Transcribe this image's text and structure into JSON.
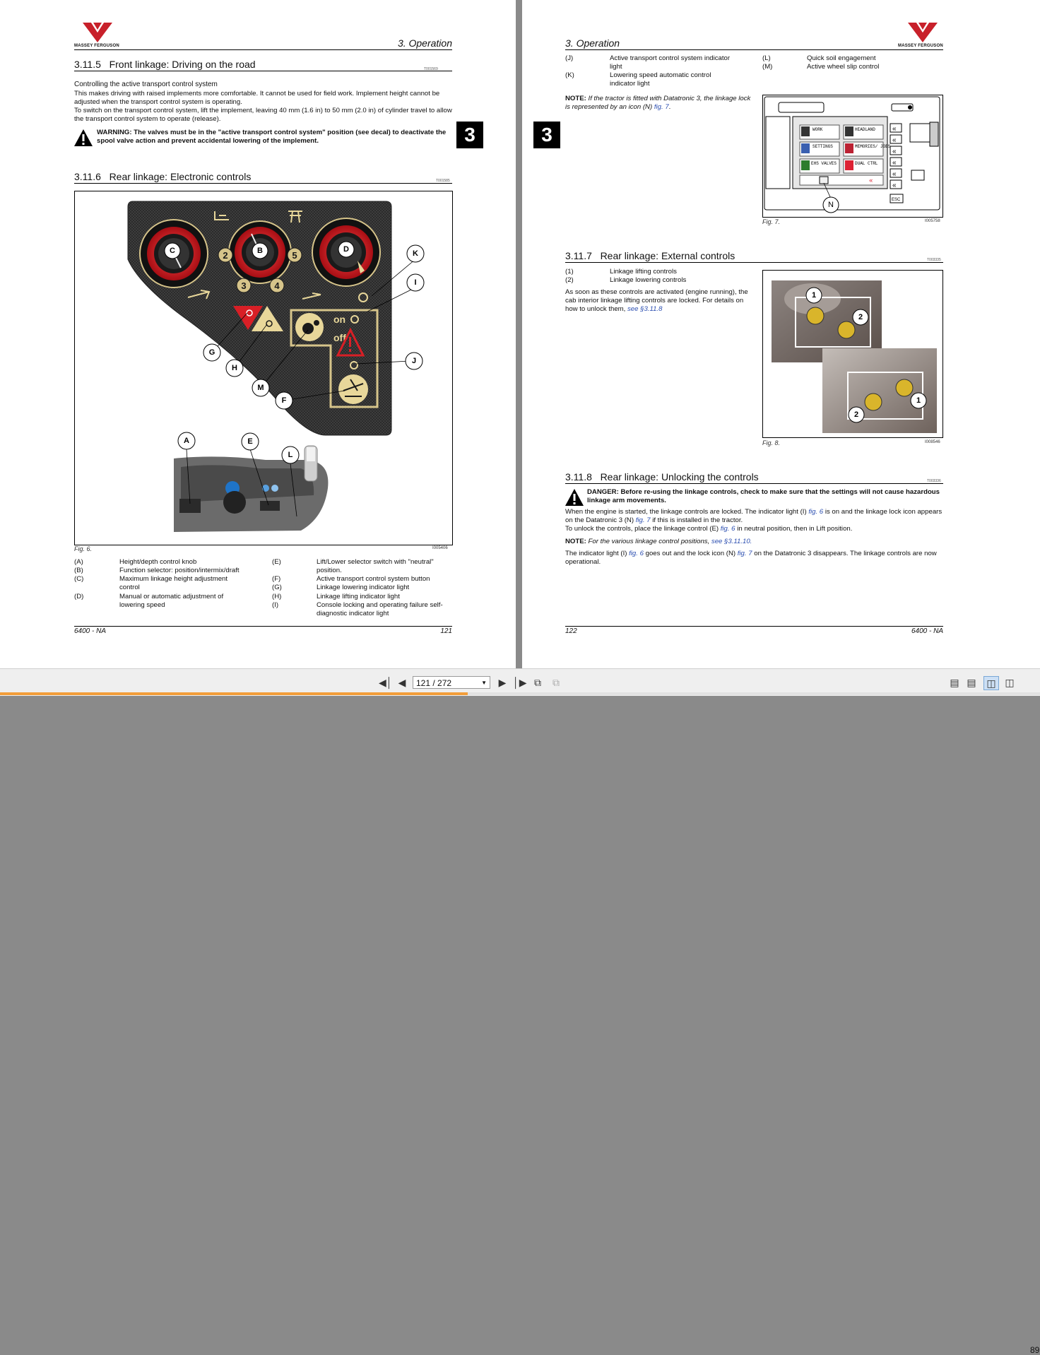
{
  "brand": {
    "name": "MASSEY FERGUSON",
    "color": "#c8202a"
  },
  "left_page": {
    "header": "3. Operation",
    "chapter_tab": "3",
    "s1": {
      "number": "3.11.5",
      "title": "Front linkage: Driving on the road",
      "ref": "T001569"
    },
    "subheading": "Controlling the active transport control system",
    "para1": "This makes driving with raised implements more comfortable. It cannot be used for field work. Implement height cannot be adjusted when the transport control system is operating.",
    "para2": "To switch on the transport control system, lift the implement, leaving 40 mm (1.6 in) to 50 mm (2.0 in) of cylinder travel to allow the transport control system to operate (release).",
    "warning_label": "WARNING:",
    "warning_text": "The valves must be in the \"active transport control system\" position (see decal) to deactivate the spool valve action and prevent accidental lowering of the implement.",
    "s2": {
      "number": "3.11.6",
      "title": "Rear linkage: Electronic controls",
      "ref": "T001585"
    },
    "fig_caption": "Fig. 6.",
    "fig_id": "I005406",
    "panel_labels": {
      "on": "on",
      "off": "off"
    },
    "callouts": [
      "C",
      "B",
      "D",
      "K",
      "I",
      "G",
      "H",
      "J",
      "M",
      "F",
      "A",
      "E",
      "L"
    ],
    "selector_numbers": [
      "2",
      "3",
      "4",
      "5"
    ],
    "legend_col1": [
      {
        "key": "(A)",
        "text": "Height/depth control knob"
      },
      {
        "key": "(B)",
        "text": "Function selector: position/intermix/draft"
      },
      {
        "key": "(C)",
        "text": "Maximum linkage height adjustment control"
      },
      {
        "key": "(D)",
        "text": "Manual or automatic adjustment of lowering speed"
      }
    ],
    "legend_col2": [
      {
        "key": "(E)",
        "text": "Lift/Lower selector switch with \"neutral\" position."
      },
      {
        "key": "(F)",
        "text": "Active transport control system button"
      },
      {
        "key": "(G)",
        "text": "Linkage lowering indicator light"
      },
      {
        "key": "(H)",
        "text": "Linkage lifting indicator light"
      },
      {
        "key": "(I)",
        "text": "Console locking and operating failure self-diagnostic indicator light"
      }
    ],
    "footer_left": "6400 - NA",
    "footer_right": "121"
  },
  "right_page": {
    "header": "3. Operation",
    "chapter_tab": "3",
    "legend_top_col1": [
      {
        "key": "(J)",
        "text": "Active transport control system indicator light"
      },
      {
        "key": "(K)",
        "text": "Lowering speed automatic control indicator light"
      }
    ],
    "legend_top_col2": [
      {
        "key": "(L)",
        "text": "Quick soil engagement"
      },
      {
        "key": "(M)",
        "text": "Active wheel slip control"
      }
    ],
    "note1_label": "NOTE:",
    "note1_text": "If the tractor is fitted with Datatronic 3, the linkage lock is represented by an icon (N)",
    "note1_link": "fig. 7",
    "fig7": {
      "caption": "Fig. 7.",
      "id": "I005758",
      "menu": [
        "WORK",
        "HEADLAND",
        "SETTINGS",
        "MEMORIES/ JOBS",
        "EHS VALVES",
        "DUAL CTRL"
      ],
      "esc": "ESC",
      "callout": "N"
    },
    "s3": {
      "number": "3.11.7",
      "title": "Rear linkage: External controls",
      "ref": "T003335"
    },
    "legend_mid": [
      {
        "key": "(1)",
        "text": "Linkage lifting controls"
      },
      {
        "key": "(2)",
        "text": "Linkage lowering controls"
      }
    ],
    "para_ext": "As soon as these controls are activated (engine running), the cab interior linkage lifting controls are locked. For details on how to unlock them,",
    "para_ext_link": "see §3.11.8",
    "fig8": {
      "caption": "Fig. 8.",
      "id": "I008546",
      "callouts": [
        "1",
        "2",
        "2",
        "1"
      ]
    },
    "s4": {
      "number": "3.11.8",
      "title": "Rear linkage: Unlocking the controls",
      "ref": "T003336"
    },
    "danger_label": "DANGER:",
    "danger_text": "Before re-using the linkage controls, check to make sure that the settings will not cause hazardous linkage arm movements.",
    "p1a": "When the engine is started, the linkage controls are locked. The indicator light (I)",
    "p1_link1": "fig. 6",
    "p1b": "is on and the linkage lock icon appears on the Datatronic 3 (N)",
    "p1_link2": "fig. 7",
    "p1c": "if this is installed in the tractor.",
    "p2a": "To unlock the controls, place the linkage control (E)",
    "p2_link": "fig. 6",
    "p2b": "in neutral position, then in Lift position.",
    "note2_label": "NOTE:",
    "note2_text": "For the various linkage control positions,",
    "note2_link": "see §3.11.10.",
    "p3a": "The indicator light (I)",
    "p3_link1": "fig. 6",
    "p3b": "goes out and the lock icon (N)",
    "p3_link2": "fig. 7",
    "p3c": "on the Datatronic 3 disappears. The linkage controls are now operational.",
    "footer_left": "122",
    "footer_right": "6400 - NA"
  },
  "toolbar": {
    "page_value": "121 / 272",
    "zoom": "89",
    "progress_fraction": 0.45
  }
}
